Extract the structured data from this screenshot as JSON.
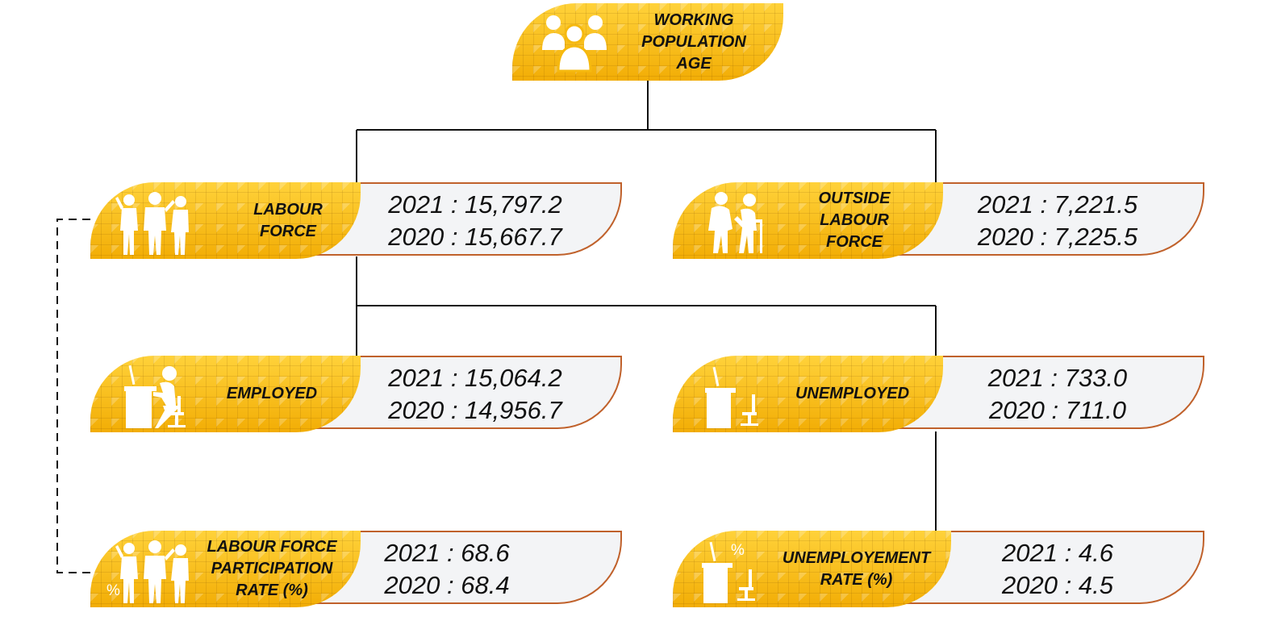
{
  "root": {
    "title_lines": [
      "WORKING",
      "POPULATION",
      "AGE"
    ],
    "icon": "people-group-icon"
  },
  "nodes": {
    "labour_force": {
      "label_lines": [
        "LABOUR",
        "FORCE"
      ],
      "values": [
        "2021 : 15,797.2",
        "2020 : 15,667.7"
      ],
      "icon": "workers-group-icon"
    },
    "outside_labour_force": {
      "label_lines": [
        "OUTSIDE",
        "LABOUR",
        "FORCE"
      ],
      "values": [
        "2021 : 7,221.5",
        "2020 : 7,225.5"
      ],
      "icon": "elderly-couple-icon"
    },
    "employed": {
      "label_lines": [
        "EMPLOYED"
      ],
      "values": [
        "2021 : 15,064.2",
        "2020 : 14,956.7"
      ],
      "icon": "person-at-desk-icon"
    },
    "unemployed": {
      "label_lines": [
        "UNEMPLOYED"
      ],
      "values": [
        "2021 : 733.0",
        "2020 : 711.0"
      ],
      "icon": "empty-desk-icon"
    },
    "participation_rate": {
      "label_lines": [
        "LABOUR FORCE",
        "PARTICIPATION",
        "RATE (%)"
      ],
      "values": [
        "2021 : 68.6",
        "2020 : 68.4"
      ],
      "icon": "workers-percent-icon",
      "icon_mark": "%"
    },
    "unemployment_rate": {
      "label_lines": [
        "UNEMPLOYEMENT",
        "RATE (%)"
      ],
      "values": [
        "2021 : 4.6",
        "2020 : 4.5"
      ],
      "icon": "empty-desk-percent-icon",
      "icon_mark": "%"
    }
  },
  "colors": {
    "label_fill": "#f6b90f",
    "panel_fill": "#f3f4f6",
    "panel_border": "#c0612b",
    "connector": "#111111"
  }
}
